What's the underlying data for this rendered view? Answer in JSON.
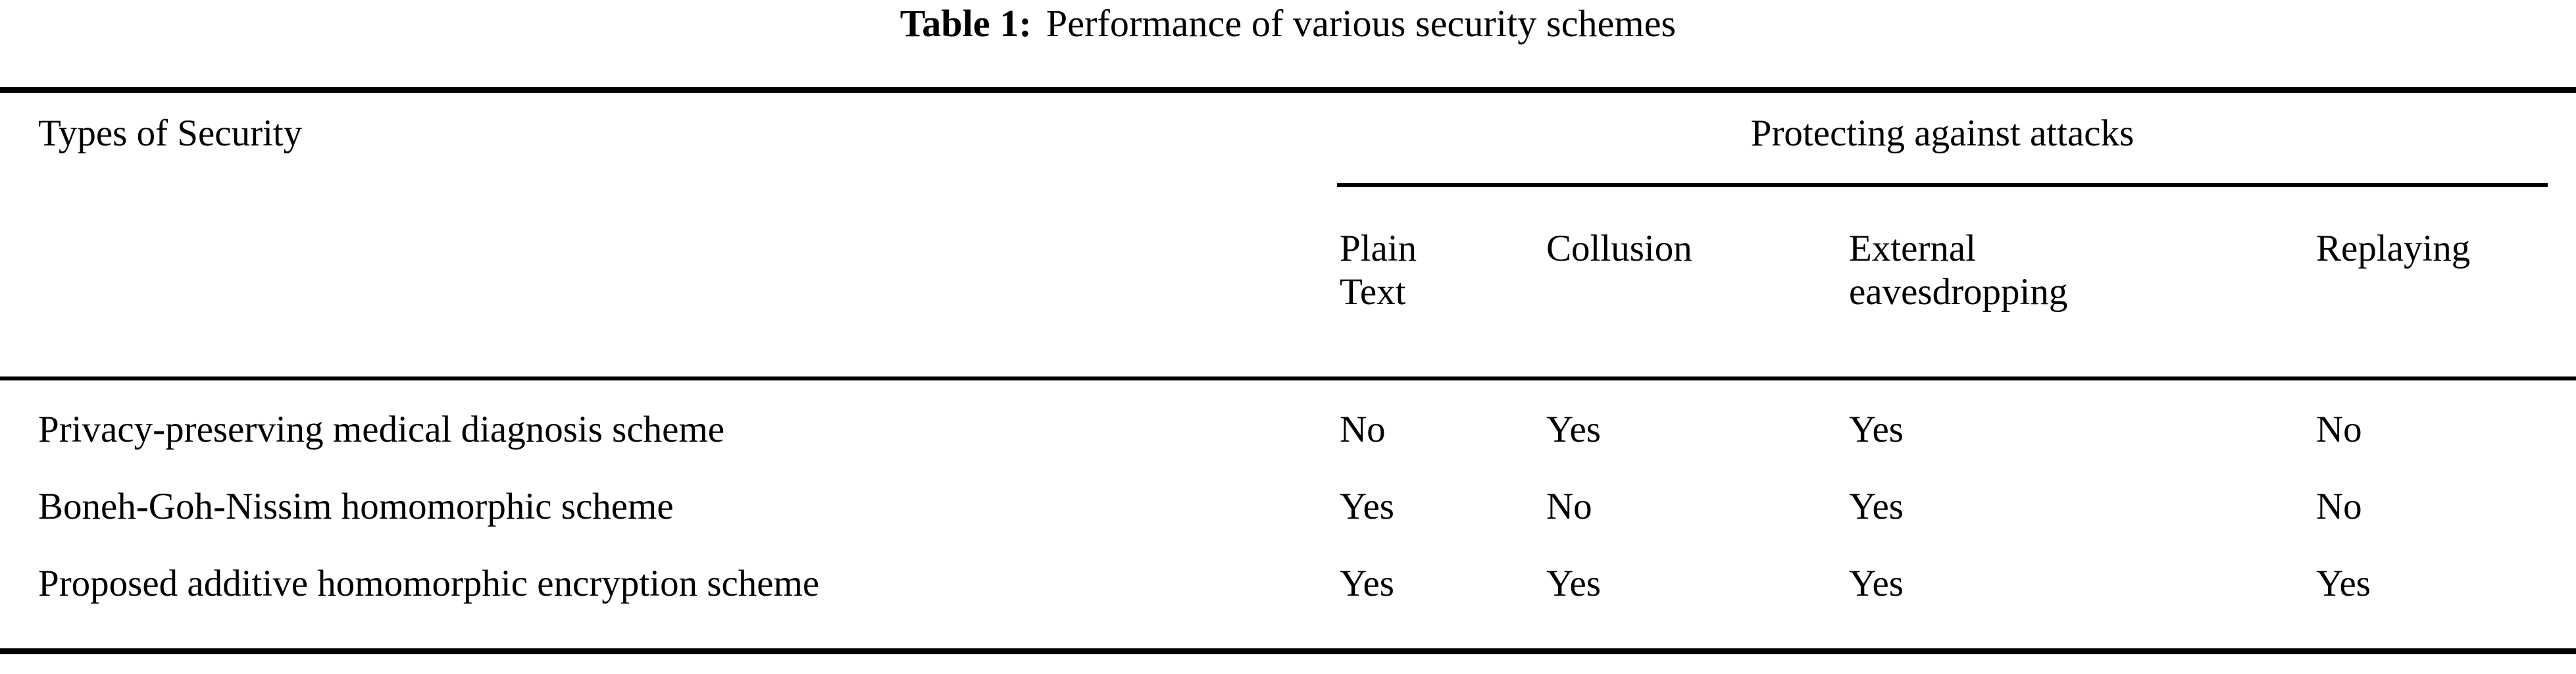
{
  "caption": {
    "label": "Table 1:",
    "text": "Performance of various security schemes"
  },
  "table": {
    "row_header_label": "Types of Security",
    "group_header": "Protecting against attacks",
    "columns": [
      {
        "line1": "Plain",
        "line2": "Text"
      },
      {
        "line1": "Collusion",
        "line2": ""
      },
      {
        "line1": "External",
        "line2": "eavesdropping"
      },
      {
        "line1": "Replaying",
        "line2": ""
      }
    ],
    "rows": [
      {
        "label": "Privacy-preserving medical diagnosis scheme",
        "cells": [
          "No",
          "Yes",
          "Yes",
          "No"
        ]
      },
      {
        "label": "Boneh-Goh-Nissim homomorphic scheme",
        "cells": [
          "Yes",
          "No",
          "Yes",
          "No"
        ]
      },
      {
        "label": "Proposed additive homomorphic encryption scheme",
        "cells": [
          "Yes",
          "Yes",
          "Yes",
          "Yes"
        ]
      }
    ]
  },
  "style": {
    "text_color": "#000000",
    "background_color": "#ffffff",
    "rule_color": "#000000"
  }
}
